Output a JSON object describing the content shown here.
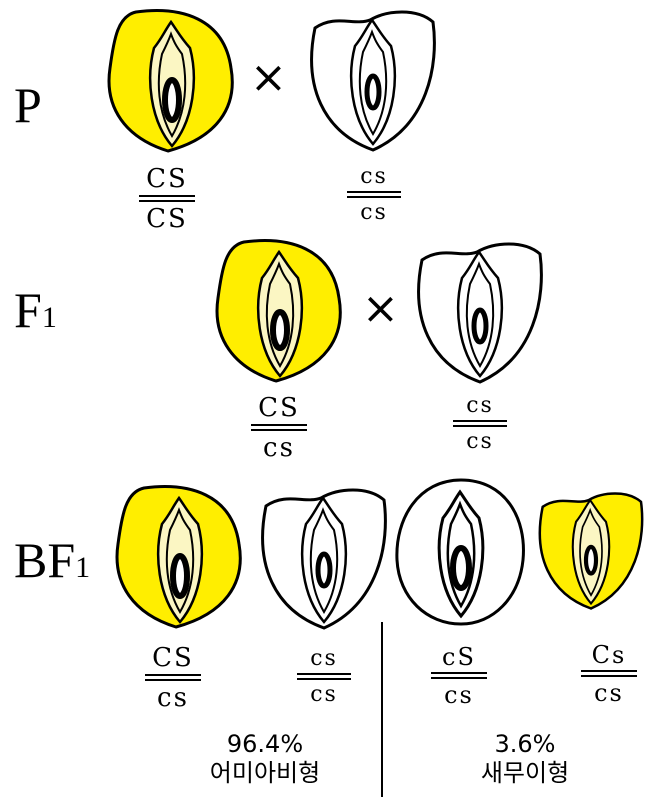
{
  "generations": {
    "p": "P",
    "f1_letter": "F",
    "f1_sub": "1",
    "bf1_letters": "BF",
    "bf1_sub": "1"
  },
  "cross_symbol": "×",
  "genotypes": {
    "p_left": {
      "top": "CS",
      "bottom": "CS"
    },
    "p_right": {
      "top": "cs",
      "bottom": "cs"
    },
    "f1_left": {
      "top": "CS",
      "bottom": "cs"
    },
    "f1_right": {
      "top": "cs",
      "bottom": "cs"
    },
    "bf1_1": {
      "top": "CS",
      "bottom": "cs"
    },
    "bf1_2": {
      "top": "cs",
      "bottom": "cs"
    },
    "bf1_3": {
      "top": "cS",
      "bottom": "cs"
    },
    "bf1_4": {
      "top": "Cs",
      "bottom": "cs"
    }
  },
  "ratios": {
    "left_percent": "96.4%",
    "left_label": "어미아비형",
    "right_percent": "3.6%",
    "right_label": "새무이형"
  },
  "colors": {
    "yellow_endosperm": "#ffee00",
    "pale_embryo": "#fbf6c3",
    "white": "#ffffff",
    "outline": "#000000"
  }
}
